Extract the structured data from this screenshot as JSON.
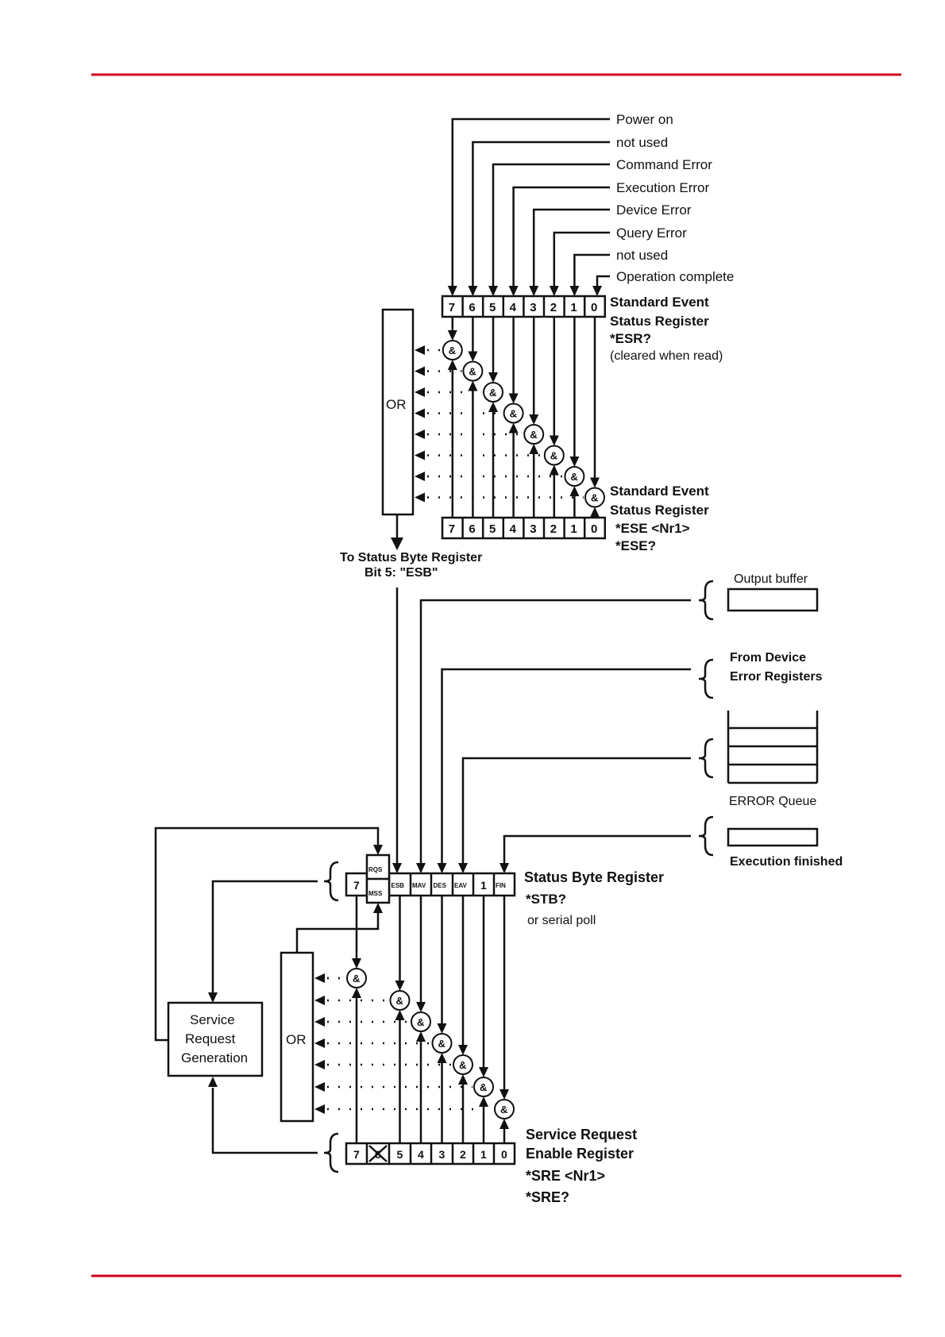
{
  "esr_inputs": [
    "Power on",
    "not used",
    "Command Error",
    "Execution Error",
    "Device Error",
    "Query Error",
    "not used",
    "Operation complete"
  ],
  "esr_bits": [
    "7",
    "6",
    "5",
    "4",
    "3",
    "2",
    "1",
    "0"
  ],
  "esr_label": [
    "Standard Event",
    "Status Register",
    "*ESR?",
    "(cleared when read)"
  ],
  "ese_bits": [
    "7",
    "6",
    "5",
    "4",
    "3",
    "2",
    "1",
    "0"
  ],
  "ese_label": [
    "Standard Event",
    "Status Register",
    "*ESE <Nr1>",
    "*ESE?"
  ],
  "or_label": "OR",
  "and_label": "&",
  "to_stb": [
    "To Status Byte Register",
    "Bit 5: \"ESB\""
  ],
  "sources": {
    "output_buffer": "Output buffer",
    "device_errors": [
      "From Device",
      "Error Registers"
    ],
    "error_queue": "ERROR Queue",
    "execution_finished": "Execution finished"
  },
  "stb_bits": [
    "7",
    "RQS",
    "MSS",
    "ESB",
    "MAV",
    "DES",
    "EAV",
    "1",
    "FIN"
  ],
  "stb_label": [
    "Status Byte Register",
    "*STB?",
    "or serial poll"
  ],
  "sre_bits": [
    "7",
    "6",
    "5",
    "4",
    "3",
    "2",
    "1",
    "0"
  ],
  "sre_label": [
    "Service Request",
    "Enable Register",
    "*SRE <Nr1>",
    "*SRE?"
  ],
  "srg_label": [
    "Service",
    "Request",
    "Generation"
  ],
  "colors": {
    "rule": "#d0021b",
    "ink": "#111111"
  }
}
